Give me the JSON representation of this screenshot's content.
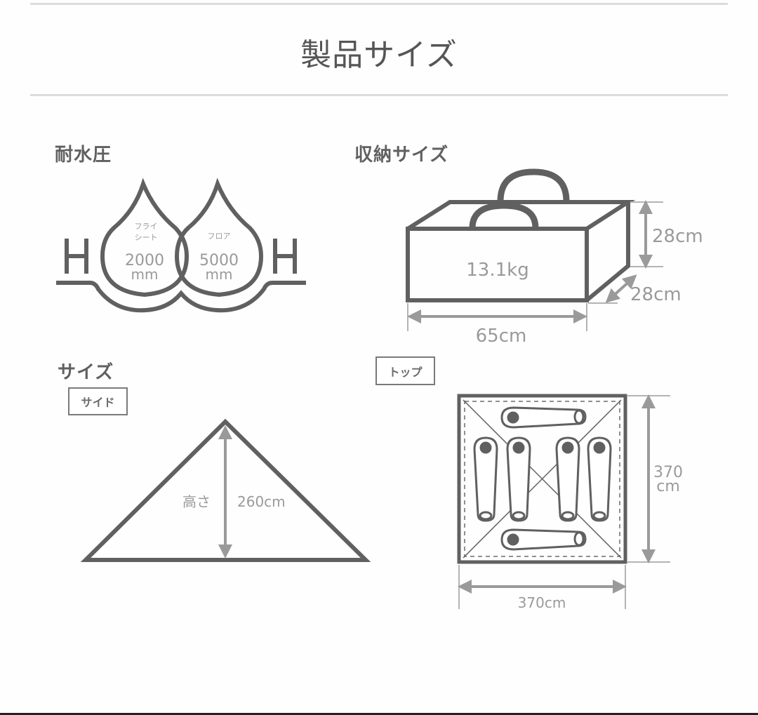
{
  "header": {
    "title": "製品サイズ"
  },
  "colors": {
    "stroke": "#606060",
    "dimension": "#9a9a9a",
    "rule": "#dcdcdc",
    "background": "#fefefe"
  },
  "water_resistance": {
    "title": "耐水圧",
    "left_symbol": "H",
    "right_symbol": "H",
    "drops": [
      {
        "label_line1": "フライ",
        "label_line2": "シート",
        "value": "2000",
        "unit": "mm"
      },
      {
        "label_line1": "フロア",
        "label_line2": "",
        "value": "5000",
        "unit": "mm"
      }
    ]
  },
  "storage_size": {
    "title": "収納サイズ",
    "weight": "13.1kg",
    "height": "28cm",
    "depth": "28cm",
    "width": "65cm"
  },
  "size": {
    "title": "サイズ",
    "side": {
      "tag": "サイド",
      "height_label": "高さ",
      "height_value": "260cm"
    },
    "top": {
      "tag": "トップ",
      "depth_value": "370",
      "depth_unit": "cm",
      "width_value": "370cm",
      "sleeping_bags": 6
    }
  }
}
